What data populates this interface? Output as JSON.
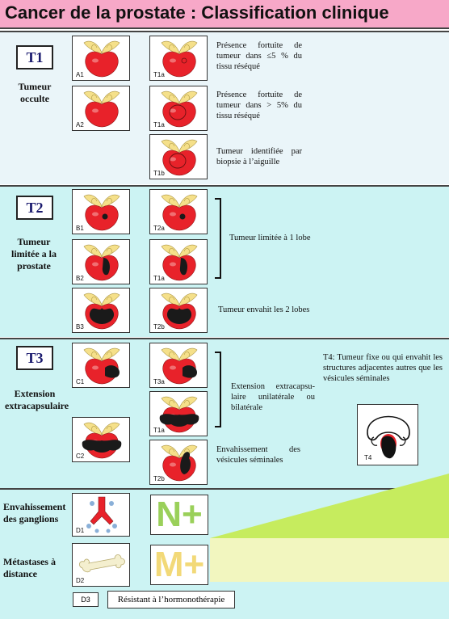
{
  "title": "Cancer de la prostate : Classification clinique",
  "colors": {
    "header": "#f7a8c8",
    "prostate": "#e8222a",
    "tumor": "#1a1a1a",
    "vesicles": "#f5e08a",
    "n_plus": "#9ad05a",
    "m_plus": "#f2d978",
    "stripe_green": "#c6ec5e",
    "stripe_yellow": "#f2f6bf"
  },
  "t1": {
    "stage": "T1",
    "name": "Tumeur occulte",
    "cards": [
      {
        "label": "A1"
      },
      {
        "label": "T1a"
      },
      {
        "label": "A2"
      },
      {
        "label": "T1a"
      },
      {
        "label": "T1b"
      }
    ],
    "desc1": "Présence fortuite de tumeur dans ≤5 % du tissu réséqué",
    "desc2": "Présence fortuite de tumeur dans > 5% du tissu réséqué",
    "desc3": "Tumeur identifiée par biopsie à l’aiguille"
  },
  "t2": {
    "stage": "T2",
    "name": "Tumeur limitée a la prostate",
    "cards": [
      {
        "label": "B1"
      },
      {
        "label": "T2a"
      },
      {
        "label": "B2"
      },
      {
        "label": "T1a"
      },
      {
        "label": "B3"
      },
      {
        "label": "T2b"
      }
    ],
    "desc1": "Tumeur limitée à 1 lobe",
    "desc2": "Tumeur envahit les 2 lobes"
  },
  "t3": {
    "stage": "T3",
    "name": "Extension extracapsulaire",
    "cards": [
      {
        "label": "C1"
      },
      {
        "label": "T3a"
      },
      {
        "label": "T1a"
      },
      {
        "label": "C2"
      },
      {
        "label": "T2b"
      }
    ],
    "desc1": "Extension extracapsu-laire unilatérale ou bilatérale",
    "desc2": "Envahissement des vésicules séminales",
    "t4_desc": "T4: Tumeur fixe ou qui envahit les structures adjacentes autres que les vésicules séminales",
    "t4_label": "T4"
  },
  "nodes": {
    "name": "Envahissement des ganglions",
    "card_label": "D1",
    "badge": "N+"
  },
  "mets": {
    "name": "Métastases à distance",
    "card_label": "D2",
    "badge": "M+"
  },
  "d3": {
    "label": "D3",
    "text": "Résistant à l’hormonothérapie"
  }
}
